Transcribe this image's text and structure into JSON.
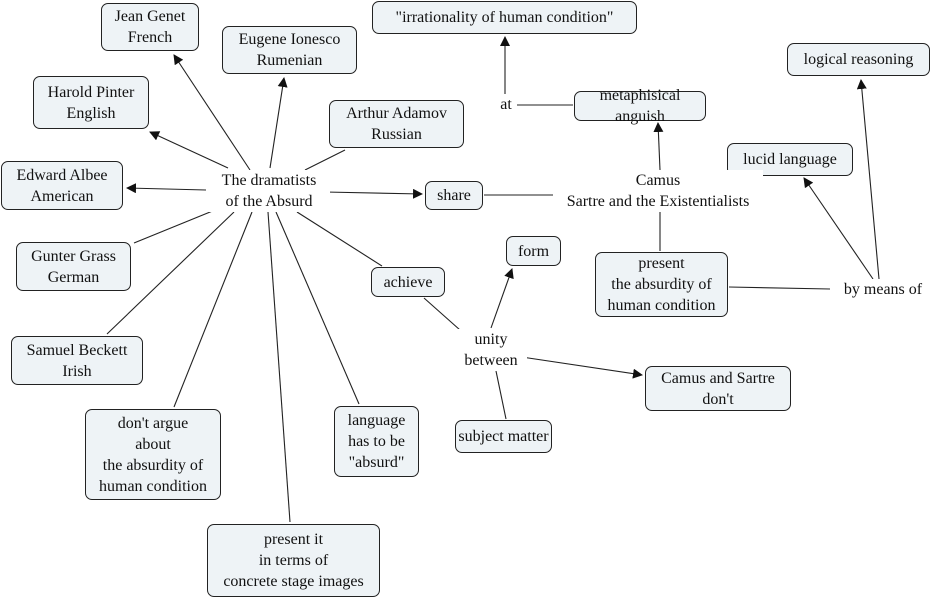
{
  "concept_map": {
    "central": "The dramatists\nof the Absurd",
    "nodes": {
      "jean_genet": "Jean Genet\nFrench",
      "eugene_ionesco": "Eugene Ionesco\nRumenian",
      "harold_pinter": "Harold Pinter\nEnglish",
      "arthur_adamov": "Arthur Adamov\nRussian",
      "edward_albee": "Edward Albee\nAmerican",
      "gunter_grass": "Gunter Grass\nGerman",
      "samuel_beckett": "Samuel Beckett\nIrish",
      "dont_argue": "don't argue\nabout\nthe absurdity of\nhuman condition",
      "language_absurd": "language\nhas to be\n\"absurd\"",
      "present_it": "present it\nin terms of\nconcrete stage images",
      "share": "share",
      "achieve": "achieve",
      "form": "form",
      "subject_matter": "subject matter",
      "camus_sartre_dont": "Camus and Sartre\ndon't",
      "irrationality": "\"irrationality of human condition\"",
      "metaphisical_anguish": "metaphisical anguish",
      "present_absurdity": "present\nthe absurdity of\nhuman condition",
      "lucid_language": "lucid language",
      "logical_reasoning": "logical reasoning"
    },
    "linking_phrases": {
      "unity_between": "unity\nbetween",
      "at": "at",
      "camus_existentialists": "Camus\nSartre and the Existentialists",
      "by_means_of": "by means of"
    }
  }
}
